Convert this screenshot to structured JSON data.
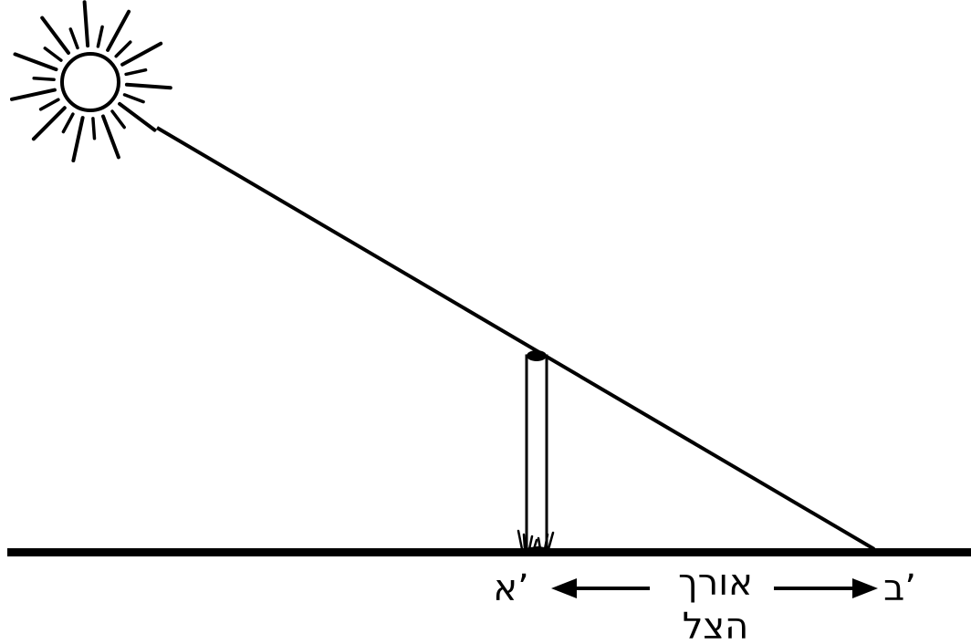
{
  "labels": {
    "point_a": "א’",
    "point_b": "ב’",
    "shadow_line1": "אורך",
    "shadow_line2": "הצל"
  },
  "colors": {
    "ink": "#000000",
    "background": "#ffffff"
  },
  "icons": {
    "sun": "sun-icon",
    "grass": "grass-icon"
  }
}
